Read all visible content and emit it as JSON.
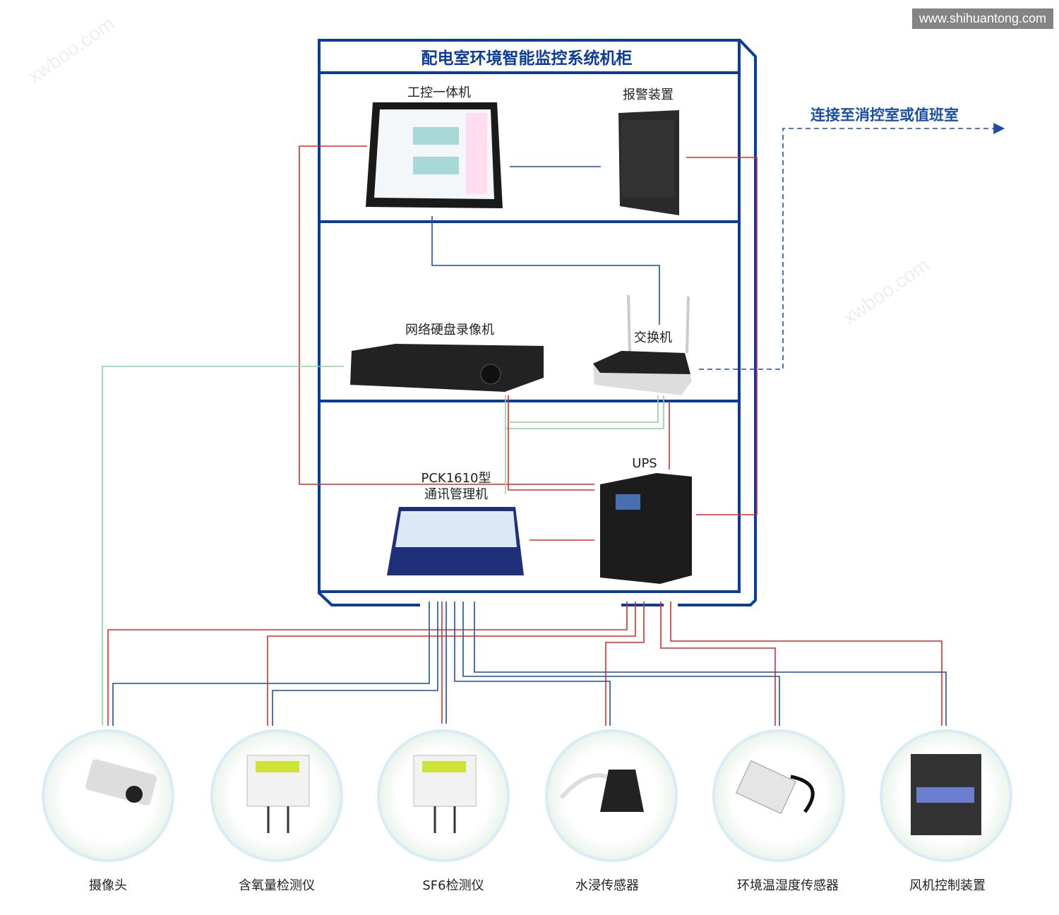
{
  "watermarks": {
    "top_right": "www.shihuantong.com",
    "diagonal": "xwboo.com"
  },
  "cabinet": {
    "title": "配电室环境智能监控系统机柜",
    "devices": {
      "ipc": "工控一体机",
      "alarm": "报警装置",
      "nvr": "网络硬盘录像机",
      "switch": "交换机",
      "comm_line1": "PCK1610型",
      "comm_line2": "通讯管理机",
      "ups": "UPS"
    }
  },
  "external_link": "连接至消控室或值班室",
  "sensors": [
    "摄像头",
    "含氧量检测仪",
    "SF6检测仪",
    "水浸传感器",
    "环境温湿度传感器",
    "风机控制装置"
  ],
  "colors": {
    "cabinet": "#0a3d9a",
    "power_line": "#e02a2a",
    "data_line": "#1a4fa8",
    "video_line": "#8fd19e"
  }
}
